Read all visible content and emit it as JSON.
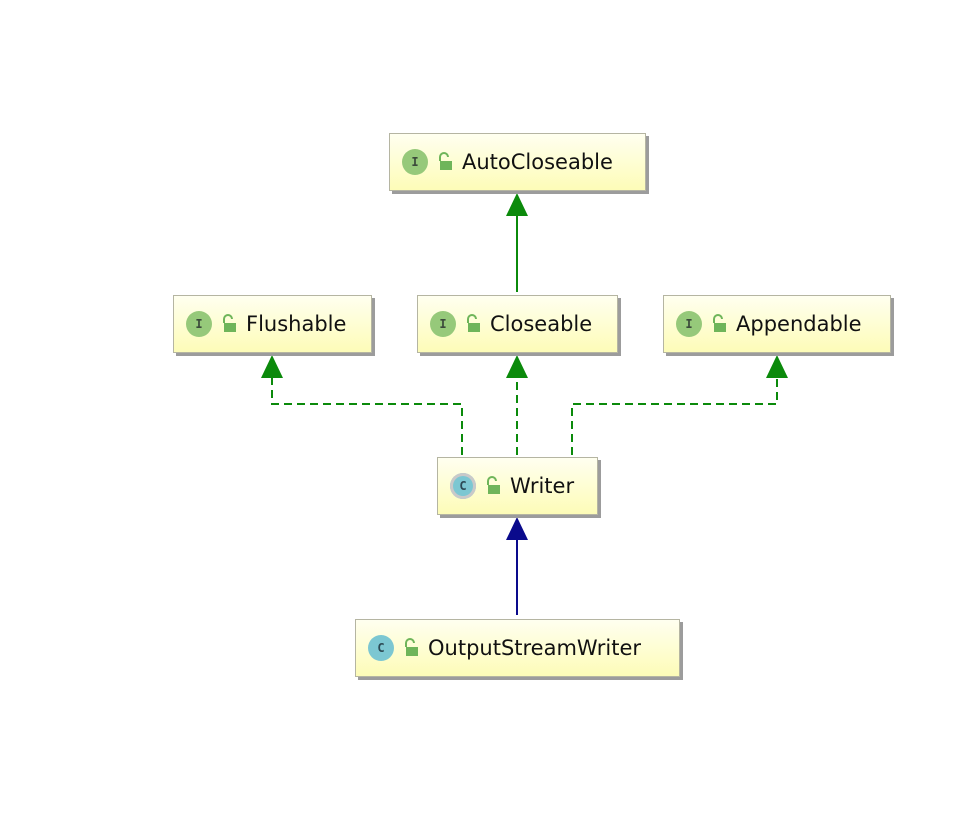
{
  "colors": {
    "implements_edge": "#0b8a0b",
    "extends_edge": "#0a0a8c",
    "node_fill": "#fdfcb8",
    "interface_badge": "#96c97a",
    "class_badge": "#7cc7d2"
  },
  "nodes": {
    "autocloseable": {
      "label": "AutoCloseable",
      "badge": "I",
      "kind": "interface",
      "icon": "interface-icon"
    },
    "flushable": {
      "label": "Flushable",
      "badge": "I",
      "kind": "interface",
      "icon": "interface-icon"
    },
    "closeable": {
      "label": "Closeable",
      "badge": "I",
      "kind": "interface",
      "icon": "interface-icon"
    },
    "appendable": {
      "label": "Appendable",
      "badge": "I",
      "kind": "interface",
      "icon": "interface-icon"
    },
    "writer": {
      "label": "Writer",
      "badge": "C",
      "kind": "abstract-class",
      "icon": "abstract-class-icon"
    },
    "outputstreamwriter": {
      "label": "OutputStreamWriter",
      "badge": "C",
      "kind": "class",
      "icon": "class-icon"
    }
  },
  "edges": [
    {
      "from": "Closeable",
      "to": "AutoCloseable",
      "relation": "extends",
      "style": "solid-green"
    },
    {
      "from": "Writer",
      "to": "Flushable",
      "relation": "implements",
      "style": "dashed-green"
    },
    {
      "from": "Writer",
      "to": "Closeable",
      "relation": "implements",
      "style": "dashed-green"
    },
    {
      "from": "Writer",
      "to": "Appendable",
      "relation": "implements",
      "style": "dashed-green"
    },
    {
      "from": "OutputStreamWriter",
      "to": "Writer",
      "relation": "extends",
      "style": "solid-blue"
    }
  ]
}
